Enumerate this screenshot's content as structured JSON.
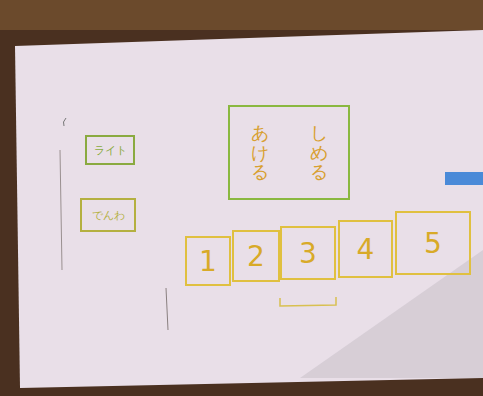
{
  "diagram": {
    "nodes": [
      {
        "text": [
          "ライト"
        ]
      },
      {
        "text": [
          "でんわ"
        ]
      },
      {
        "text": [
          "あける",
          "しめる"
        ]
      },
      {
        "text": [
          "1"
        ]
      },
      {
        "text": [
          "2"
        ]
      },
      {
        "text": [
          "3"
        ]
      },
      {
        "text": [
          "4"
        ]
      },
      {
        "text": [
          "5"
        ]
      }
    ]
  }
}
